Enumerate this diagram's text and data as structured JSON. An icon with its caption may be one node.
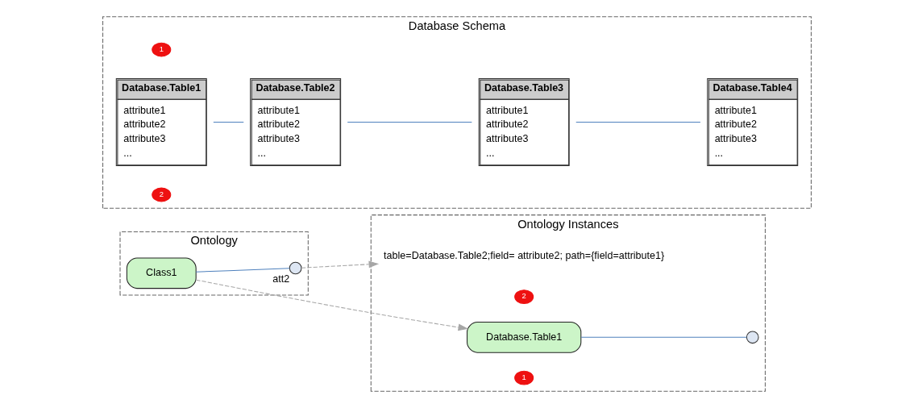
{
  "diagram": {
    "nodes": [
      {
        "text": [
          "Ontology"
        ]
      },
      {
        "text": [
          "Class1"
        ],
        "in": 0
      },
      {
        "text": [],
        "shape": "circle",
        "beside": [
          "att2"
        ],
        "in": 0
      },
      {
        "text": [
          "Ontology Instances"
        ]
      },
      {
        "text": [
          "table=Database.Table2;field= attribute2; path={field=attribute1}"
        ],
        "in": 3
      },
      {
        "text": [
          "2"
        ],
        "in": 3
      },
      {
        "text": [],
        "shape": "circle",
        "in": 3
      },
      {
        "text": [
          "Database.Table1"
        ],
        "in": 3
      },
      {
        "text": [
          "1"
        ],
        "in": 3
      },
      {
        "text": [
          "Database Schema"
        ]
      },
      {
        "text": [
          "1"
        ],
        "in": 9
      },
      {
        "text": [
          "Database.Table1",
          "attribute1",
          "attribute2",
          "attribute3",
          "..."
        ],
        "in": 9
      },
      {
        "text": [
          "Database.Table2",
          "attribute1",
          "attribute2",
          "attribute3",
          "..."
        ],
        "in": 9
      },
      {
        "text": [
          "2"
        ],
        "in": 9
      },
      {
        "text": [
          "Database.Table3",
          "attribute1",
          "attribute2",
          "attribute3",
          "..."
        ],
        "in": 9
      },
      {
        "text": [
          "Database.Table4",
          "attribute1",
          "attribute2",
          "attribute3",
          "..."
        ],
        "in": 9
      }
    ],
    "edges": [
      {
        "from": 1,
        "to": 2,
        "arrow": "none"
      },
      {
        "from": 1,
        "to": 7,
        "arrow": "to",
        "style": "dashed",
        "color": "#a6a6a6"
      },
      {
        "from": 2,
        "to": 4,
        "arrow": "to",
        "style": "dashed",
        "color": "#a6a6a6"
      },
      {
        "from": 7,
        "to": 6,
        "arrow": "none"
      },
      {
        "from": 11,
        "to": 12,
        "arrow": "none"
      },
      {
        "from": 12,
        "to": 14,
        "arrow": "none"
      },
      {
        "from": 14,
        "to": 15,
        "arrow": "none"
      }
    ]
  }
}
